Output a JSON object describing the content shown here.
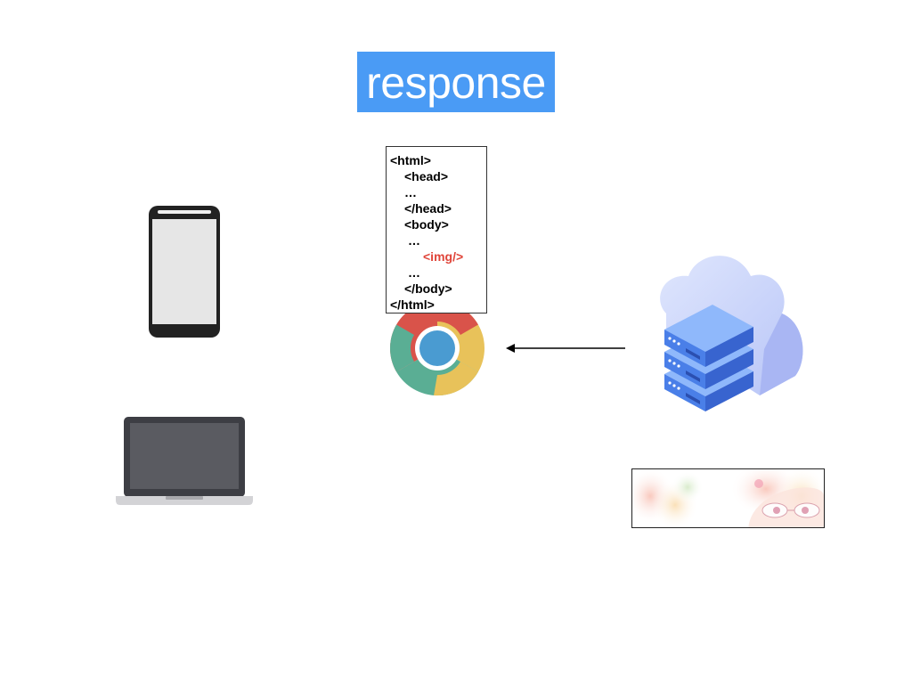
{
  "title": "response",
  "code_lines": [
    {
      "text": "<html>",
      "indent": 0,
      "highlight": false
    },
    {
      "text": "<head>",
      "indent": 1,
      "highlight": false
    },
    {
      "text": "…",
      "indent": 1,
      "highlight": false
    },
    {
      "text": "</head>",
      "indent": 1,
      "highlight": false
    },
    {
      "text": "<body>",
      "indent": 1,
      "highlight": false
    },
    {
      "text": "…",
      "indent": 2,
      "highlight": false
    },
    {
      "text": "<img/>",
      "indent": 3,
      "highlight": true
    },
    {
      "text": "…",
      "indent": 2,
      "highlight": false
    },
    {
      "text": "</body>",
      "indent": 1,
      "highlight": false
    },
    {
      "text": "</html>",
      "indent": 0,
      "highlight": false
    }
  ],
  "icons": {
    "phone": "smartphone-icon",
    "laptop": "laptop-icon",
    "browser": "chrome-browser-icon",
    "server": "cloud-server-icon",
    "image": "image-thumbnail"
  },
  "colors": {
    "title_bg": "#4a9bf5",
    "title_text": "#ffffff",
    "highlight": "#e0453a",
    "chrome_red": "#d9534a",
    "chrome_yellow": "#e8c25a",
    "chrome_green": "#5aae94",
    "chrome_blue": "#4a9bd1",
    "server_blue": "#4a7fe8",
    "cloud": "#c9d4fb"
  }
}
